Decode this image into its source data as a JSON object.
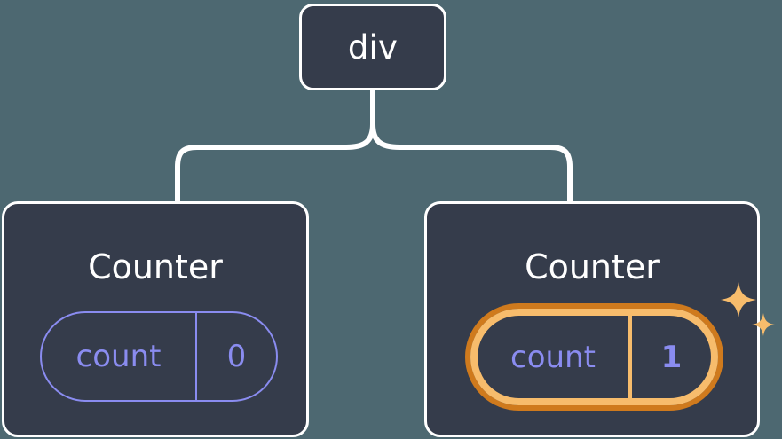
{
  "diagram": {
    "title": "React component tree with highlighted state update",
    "background_color": "#4d6871",
    "node_fill": "#353c4b",
    "node_border": "#ffffff",
    "accent_indigo": "#8a8cf0",
    "accent_orange_dark": "#cf7a1d",
    "accent_orange_light": "#f7bc6c",
    "connector_color": "#ffffff"
  },
  "root": {
    "label": "div",
    "name": "root-node"
  },
  "children": [
    {
      "title": "Counter",
      "state": {
        "key": "count",
        "value": "0"
      },
      "highlighted": false,
      "sparkle_count": 0
    },
    {
      "title": "Counter",
      "state": {
        "key": "count",
        "value": "1"
      },
      "highlighted": true,
      "sparkle_count": 2
    }
  ],
  "icons": {
    "sparkle_large": "sparkle-icon",
    "sparkle_small": "sparkle-icon"
  }
}
